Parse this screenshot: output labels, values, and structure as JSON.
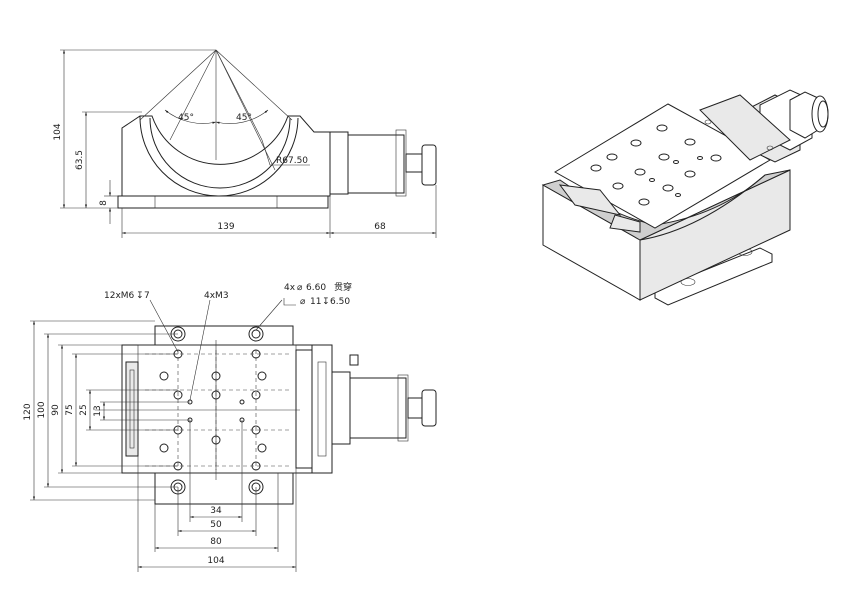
{
  "side_view": {
    "dims": {
      "height_total": "104",
      "height_mid": "63.5",
      "height_base": "8",
      "width_body": "139",
      "width_motor": "68",
      "radius": "R67.50",
      "angle_left": "45°",
      "angle_right": "45°"
    }
  },
  "top_view": {
    "callouts": {
      "m6": "12xM6",
      "m6_depth": "7",
      "m3": "4xM3",
      "thru_qty": "4x",
      "thru_dia": "6.60",
      "thru_note": "贯穿",
      "cb_dia": "11",
      "cb_depth": "6.50"
    },
    "dims": {
      "h120": "120",
      "h100": "100",
      "h90": "90",
      "h75": "75",
      "h25": "25",
      "h13": "13",
      "w34": "34",
      "w50": "50",
      "w80": "80",
      "w104": "104"
    }
  },
  "isometric": {}
}
